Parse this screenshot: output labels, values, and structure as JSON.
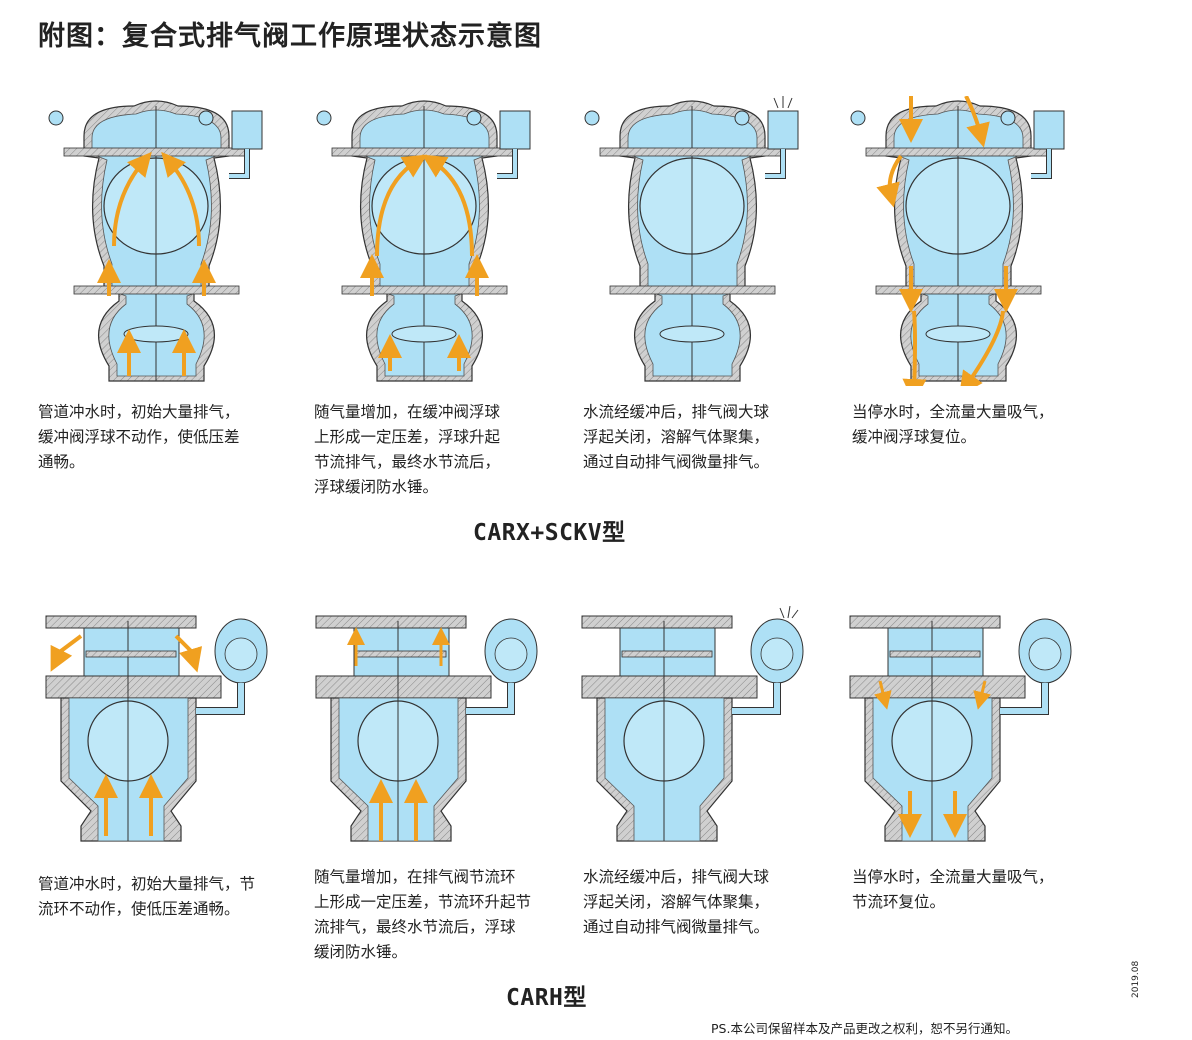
{
  "title": "附图：复合式排气阀工作原理状态示意图",
  "colors": {
    "water": "#aee0f5",
    "water_dark": "#8fcfe9",
    "metal": "#9a9a9a",
    "hatch": "#c9c9c9",
    "arrow": "#f0a020",
    "outline": "#333333"
  },
  "section1": {
    "model": "CARX+SCKV型",
    "captions": [
      [
        "管道冲水时，初始大量排气，",
        "缓冲阀浮球不动作，使低压差",
        "通畅。"
      ],
      [
        "随气量增加，在缓冲阀浮球",
        "上形成一定压差，浮球升起",
        "节流排气，最终水节流后，",
        "浮球缓闭防水锤。"
      ],
      [
        "水流经缓冲后，排气阀大球",
        "浮起关闭，溶解气体聚集，",
        "通过自动排气阀微量排气。"
      ],
      [
        "当停水时，全流量大量吸气，",
        "缓冲阀浮球复位。"
      ]
    ]
  },
  "section2": {
    "model": "CARH型",
    "captions": [
      [
        "管道冲水时，初始大量排气，节",
        "流环不动作，使低压差通畅。"
      ],
      [
        "随气量增加，在排气阀节流环",
        "上形成一定压差，节流环升起节",
        "流排气，最终水节流后，浮球",
        "缓闭防水锤。"
      ],
      [
        "水流经缓冲后，排气阀大球",
        "浮起关闭，溶解气体聚集，",
        "通过自动排气阀微量排气。"
      ],
      [
        "当停水时，全流量大量吸气，",
        "节流环复位。"
      ]
    ]
  },
  "footer": {
    "notice": "PS.本公司保留样本及产品更改之权利，恕不另行通知。",
    "date": "2019.08"
  }
}
